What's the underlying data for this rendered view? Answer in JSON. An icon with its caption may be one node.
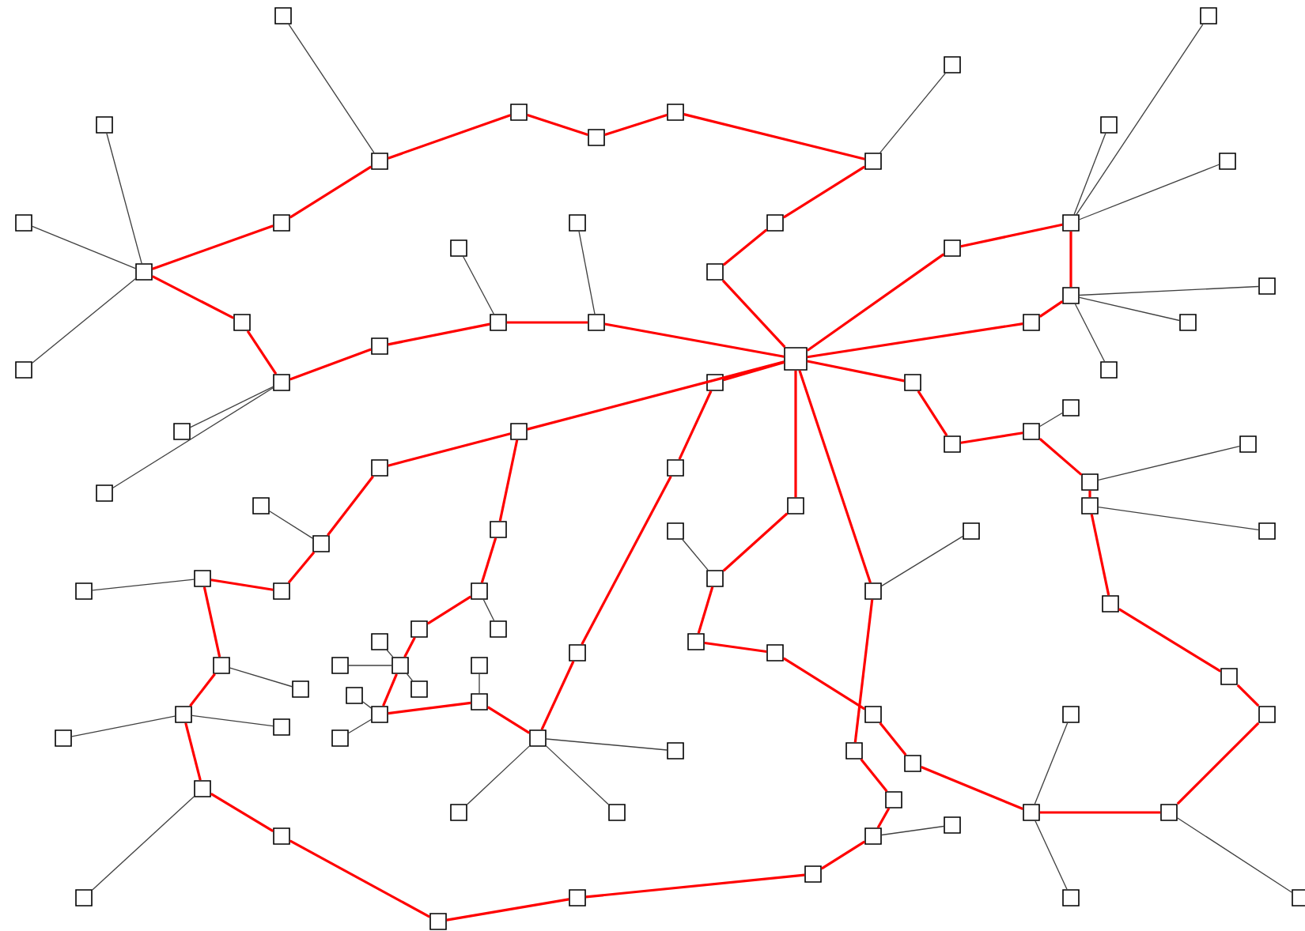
{
  "diagram": {
    "nodes": [
      {
        "text": [],
        "shape": "box"
      },
      {
        "text": [],
        "shape": "box"
      },
      {
        "text": [],
        "shape": "box"
      },
      {
        "text": [],
        "shape": "box"
      },
      {
        "text": [],
        "shape": "box"
      },
      {
        "text": [],
        "shape": "box"
      },
      {
        "text": [],
        "shape": "box"
      },
      {
        "text": [],
        "shape": "box"
      },
      {
        "text": [],
        "shape": "box"
      },
      {
        "text": [],
        "shape": "box"
      },
      {
        "text": [],
        "shape": "box"
      },
      {
        "text": [],
        "shape": "box"
      },
      {
        "text": [],
        "shape": "box"
      },
      {
        "text": [],
        "shape": "box"
      },
      {
        "text": [],
        "shape": "box"
      },
      {
        "text": [],
        "shape": "box"
      },
      {
        "text": [],
        "shape": "box"
      },
      {
        "text": [],
        "shape": "box"
      },
      {
        "text": [],
        "shape": "box"
      },
      {
        "text": [],
        "shape": "box"
      },
      {
        "text": [],
        "shape": "box"
      },
      {
        "text": [],
        "shape": "box"
      },
      {
        "text": [],
        "shape": "box"
      },
      {
        "text": [],
        "shape": "box"
      },
      {
        "text": [],
        "shape": "box"
      },
      {
        "text": [],
        "shape": "box"
      },
      {
        "text": [],
        "shape": "box"
      },
      {
        "text": [],
        "shape": "box"
      },
      {
        "text": [],
        "shape": "box"
      },
      {
        "text": [],
        "shape": "box"
      },
      {
        "text": [],
        "shape": "box"
      },
      {
        "text": [],
        "shape": "box"
      },
      {
        "text": [],
        "shape": "box"
      },
      {
        "text": [],
        "shape": "box"
      },
      {
        "text": [],
        "shape": "box"
      },
      {
        "text": [],
        "shape": "box"
      },
      {
        "text": [],
        "shape": "box"
      },
      {
        "text": [],
        "shape": "box"
      },
      {
        "text": [],
        "shape": "box"
      },
      {
        "text": [],
        "shape": "box"
      },
      {
        "text": [],
        "shape": "box"
      },
      {
        "text": [],
        "shape": "box"
      },
      {
        "text": [],
        "shape": "box"
      },
      {
        "text": [],
        "shape": "box"
      },
      {
        "text": [],
        "shape": "box"
      },
      {
        "text": [],
        "shape": "box"
      },
      {
        "text": [],
        "shape": "box"
      },
      {
        "text": [],
        "shape": "box"
      },
      {
        "text": [],
        "shape": "box"
      },
      {
        "text": [],
        "shape": "box"
      },
      {
        "text": [],
        "shape": "box"
      },
      {
        "text": [],
        "shape": "box"
      },
      {
        "text": [],
        "shape": "box"
      },
      {
        "text": [],
        "shape": "box"
      },
      {
        "text": [],
        "shape": "box"
      },
      {
        "text": [],
        "shape": "box"
      },
      {
        "text": [],
        "shape": "box"
      },
      {
        "text": [],
        "shape": "box"
      },
      {
        "text": [],
        "shape": "box"
      },
      {
        "text": [],
        "shape": "box"
      },
      {
        "text": [],
        "shape": "box"
      },
      {
        "text": [],
        "shape": "box"
      },
      {
        "text": [],
        "shape": "box"
      },
      {
        "text": [],
        "shape": "box"
      },
      {
        "text": [],
        "shape": "box"
      },
      {
        "text": [],
        "shape": "box"
      },
      {
        "text": [],
        "shape": "box"
      },
      {
        "text": [],
        "shape": "box"
      },
      {
        "text": [],
        "shape": "box"
      },
      {
        "text": [],
        "shape": "box"
      },
      {
        "text": [],
        "shape": "box"
      },
      {
        "text": [],
        "shape": "box"
      },
      {
        "text": [],
        "shape": "box"
      },
      {
        "text": [],
        "shape": "box"
      },
      {
        "text": [],
        "shape": "box"
      },
      {
        "text": [],
        "shape": "box"
      },
      {
        "text": [],
        "shape": "box"
      },
      {
        "text": [],
        "shape": "box"
      },
      {
        "text": [],
        "shape": "box"
      },
      {
        "text": [],
        "shape": "box"
      },
      {
        "text": [],
        "shape": "box"
      },
      {
        "text": [],
        "shape": "box"
      },
      {
        "text": [],
        "shape": "box"
      },
      {
        "text": [],
        "shape": "box"
      },
      {
        "text": [],
        "shape": "box"
      },
      {
        "text": [],
        "shape": "box"
      },
      {
        "text": [],
        "shape": "box"
      },
      {
        "text": [],
        "shape": "box"
      },
      {
        "text": [],
        "shape": "box"
      },
      {
        "text": [],
        "shape": "box"
      },
      {
        "text": [],
        "shape": "box"
      },
      {
        "text": [],
        "shape": "box"
      },
      {
        "text": [],
        "shape": "box"
      },
      {
        "text": [],
        "shape": "box"
      },
      {
        "text": [],
        "shape": "box"
      },
      {
        "text": [],
        "shape": "box"
      },
      {
        "text": [],
        "shape": "box"
      },
      {
        "text": [],
        "shape": "box"
      },
      {
        "text": [],
        "shape": "box"
      },
      {
        "text": [],
        "shape": "box"
      },
      {
        "text": [],
        "shape": "box"
      }
    ],
    "edges": [
      {
        "from": 0,
        "to": 5,
        "arrow": "none",
        "color": "#404040"
      },
      {
        "from": 5,
        "to": 6,
        "arrow": "none"
      },
      {
        "from": 6,
        "to": 7,
        "arrow": "none"
      },
      {
        "from": 7,
        "to": 8,
        "arrow": "none"
      },
      {
        "from": 8,
        "to": 22,
        "arrow": "none"
      },
      {
        "from": 22,
        "to": 21,
        "arrow": "none",
        "color": "#404040"
      },
      {
        "from": 22,
        "to": 23,
        "arrow": "none"
      },
      {
        "from": 23,
        "to": 24,
        "arrow": "none"
      },
      {
        "from": 24,
        "to": 25,
        "arrow": "none"
      },
      {
        "from": 5,
        "to": 9,
        "arrow": "none"
      },
      {
        "from": 9,
        "to": 3,
        "arrow": "none"
      },
      {
        "from": 3,
        "to": 1,
        "arrow": "none",
        "color": "#404040"
      },
      {
        "from": 3,
        "to": 2,
        "arrow": "none",
        "color": "#404040"
      },
      {
        "from": 3,
        "to": 4,
        "arrow": "none",
        "color": "#404040"
      },
      {
        "from": 3,
        "to": 10,
        "arrow": "none"
      },
      {
        "from": 10,
        "to": 11,
        "arrow": "none"
      },
      {
        "from": 11,
        "to": 12,
        "arrow": "none"
      },
      {
        "from": 12,
        "to": 14,
        "arrow": "none"
      },
      {
        "from": 14,
        "to": 13,
        "arrow": "none",
        "color": "#404040"
      },
      {
        "from": 14,
        "to": 16,
        "arrow": "none"
      },
      {
        "from": 16,
        "to": 15,
        "arrow": "none",
        "color": "#404040"
      },
      {
        "from": 16,
        "to": 25,
        "arrow": "none"
      },
      {
        "from": 11,
        "to": 17,
        "arrow": "none",
        "color": "#404040"
      },
      {
        "from": 11,
        "to": 18,
        "arrow": "none",
        "color": "#404040"
      },
      {
        "from": 19,
        "to": 20,
        "arrow": "none"
      },
      {
        "from": 19,
        "to": 25,
        "arrow": "none"
      },
      {
        "from": 25,
        "to": 26,
        "arrow": "none"
      },
      {
        "from": 26,
        "to": 27,
        "arrow": "none"
      },
      {
        "from": 27,
        "to": 28,
        "arrow": "none",
        "color": "#404040"
      },
      {
        "from": 27,
        "to": 29,
        "arrow": "none",
        "color": "#404040"
      },
      {
        "from": 27,
        "to": 30,
        "arrow": "none",
        "color": "#404040"
      },
      {
        "from": 27,
        "to": 31,
        "arrow": "none"
      },
      {
        "from": 31,
        "to": 33,
        "arrow": "none",
        "color": "#404040"
      },
      {
        "from": 31,
        "to": 34,
        "arrow": "none",
        "color": "#404040"
      },
      {
        "from": 31,
        "to": 35,
        "arrow": "none",
        "color": "#404040"
      },
      {
        "from": 31,
        "to": 32,
        "arrow": "none"
      },
      {
        "from": 32,
        "to": 25,
        "arrow": "none"
      },
      {
        "from": 25,
        "to": 36,
        "arrow": "none"
      },
      {
        "from": 36,
        "to": 42,
        "arrow": "none"
      },
      {
        "from": 25,
        "to": 37,
        "arrow": "none"
      },
      {
        "from": 37,
        "to": 38,
        "arrow": "none"
      },
      {
        "from": 38,
        "to": 39,
        "arrow": "none"
      },
      {
        "from": 39,
        "to": 40,
        "arrow": "none",
        "color": "#404040"
      },
      {
        "from": 39,
        "to": 99,
        "arrow": "none"
      },
      {
        "from": 99,
        "to": 41,
        "arrow": "none",
        "color": "#404040"
      },
      {
        "from": 99,
        "to": 98,
        "arrow": "none"
      },
      {
        "from": 98,
        "to": 100,
        "arrow": "none",
        "color": "#404040"
      },
      {
        "from": 98,
        "to": 97,
        "arrow": "none"
      },
      {
        "from": 97,
        "to": 96,
        "arrow": "none"
      },
      {
        "from": 96,
        "to": 95,
        "arrow": "none"
      },
      {
        "from": 95,
        "to": 93,
        "arrow": "none"
      },
      {
        "from": 93,
        "to": 94,
        "arrow": "none",
        "color": "#404040"
      },
      {
        "from": 93,
        "to": 90,
        "arrow": "none"
      },
      {
        "from": 90,
        "to": 91,
        "arrow": "none",
        "color": "#404040"
      },
      {
        "from": 90,
        "to": 92,
        "arrow": "none",
        "color": "#404040"
      },
      {
        "from": 90,
        "to": 86,
        "arrow": "none"
      },
      {
        "from": 86,
        "to": 84,
        "arrow": "none"
      },
      {
        "from": 84,
        "to": 81,
        "arrow": "none"
      },
      {
        "from": 81,
        "to": 80,
        "arrow": "none"
      },
      {
        "from": 80,
        "to": 78,
        "arrow": "none"
      },
      {
        "from": 78,
        "to": 77,
        "arrow": "none",
        "color": "#404040"
      },
      {
        "from": 78,
        "to": 79,
        "arrow": "none"
      },
      {
        "from": 79,
        "to": 25,
        "arrow": "none"
      },
      {
        "from": 25,
        "to": 82,
        "arrow": "none"
      },
      {
        "from": 82,
        "to": 83,
        "arrow": "none",
        "color": "#404040"
      },
      {
        "from": 82,
        "to": 85,
        "arrow": "none"
      },
      {
        "from": 85,
        "to": 87,
        "arrow": "none"
      },
      {
        "from": 87,
        "to": 88,
        "arrow": "none"
      },
      {
        "from": 88,
        "to": 89,
        "arrow": "none",
        "color": "#404040"
      },
      {
        "from": 88,
        "to": 76,
        "arrow": "none"
      },
      {
        "from": 76,
        "to": 57,
        "arrow": "none"
      },
      {
        "from": 57,
        "to": 56,
        "arrow": "none"
      },
      {
        "from": 56,
        "to": 55,
        "arrow": "none"
      },
      {
        "from": 55,
        "to": 53,
        "arrow": "none"
      },
      {
        "from": 53,
        "to": 54,
        "arrow": "none",
        "color": "#404040"
      },
      {
        "from": 53,
        "to": 50,
        "arrow": "none"
      },
      {
        "from": 50,
        "to": 51,
        "arrow": "none",
        "color": "#404040"
      },
      {
        "from": 50,
        "to": 52,
        "arrow": "none",
        "color": "#404040"
      },
      {
        "from": 50,
        "to": 48,
        "arrow": "none"
      },
      {
        "from": 48,
        "to": 49,
        "arrow": "none",
        "color": "#404040"
      },
      {
        "from": 48,
        "to": 46,
        "arrow": "none"
      },
      {
        "from": 46,
        "to": 47,
        "arrow": "none",
        "color": "#404040"
      },
      {
        "from": 46,
        "to": 45,
        "arrow": "none"
      },
      {
        "from": 45,
        "to": 44,
        "arrow": "none"
      },
      {
        "from": 44,
        "to": 43,
        "arrow": "none",
        "color": "#404040"
      },
      {
        "from": 44,
        "to": 20,
        "arrow": "none"
      },
      {
        "from": 19,
        "to": 58,
        "arrow": "none"
      },
      {
        "from": 58,
        "to": 59,
        "arrow": "none"
      },
      {
        "from": 59,
        "to": 60,
        "arrow": "none",
        "color": "#404040"
      },
      {
        "from": 59,
        "to": 61,
        "arrow": "none"
      },
      {
        "from": 61,
        "to": 63,
        "arrow": "none"
      },
      {
        "from": 63,
        "to": 62,
        "arrow": "none",
        "color": "#404040"
      },
      {
        "from": 63,
        "to": 64,
        "arrow": "none",
        "color": "#404040"
      },
      {
        "from": 63,
        "to": 65,
        "arrow": "none",
        "color": "#404040"
      },
      {
        "from": 63,
        "to": 67,
        "arrow": "none"
      },
      {
        "from": 67,
        "to": 66,
        "arrow": "none",
        "color": "#404040"
      },
      {
        "from": 67,
        "to": 68,
        "arrow": "none",
        "color": "#404040"
      },
      {
        "from": 67,
        "to": 70,
        "arrow": "none"
      },
      {
        "from": 70,
        "to": 69,
        "arrow": "none",
        "color": "#404040"
      },
      {
        "from": 70,
        "to": 71,
        "arrow": "none"
      },
      {
        "from": 71,
        "to": 73,
        "arrow": "none",
        "color": "#404040"
      },
      {
        "from": 71,
        "to": 74,
        "arrow": "none",
        "color": "#404040"
      },
      {
        "from": 71,
        "to": 75,
        "arrow": "none",
        "color": "#404040"
      },
      {
        "from": 71,
        "to": 72,
        "arrow": "none"
      },
      {
        "from": 72,
        "to": 42,
        "arrow": "none"
      }
    ]
  }
}
